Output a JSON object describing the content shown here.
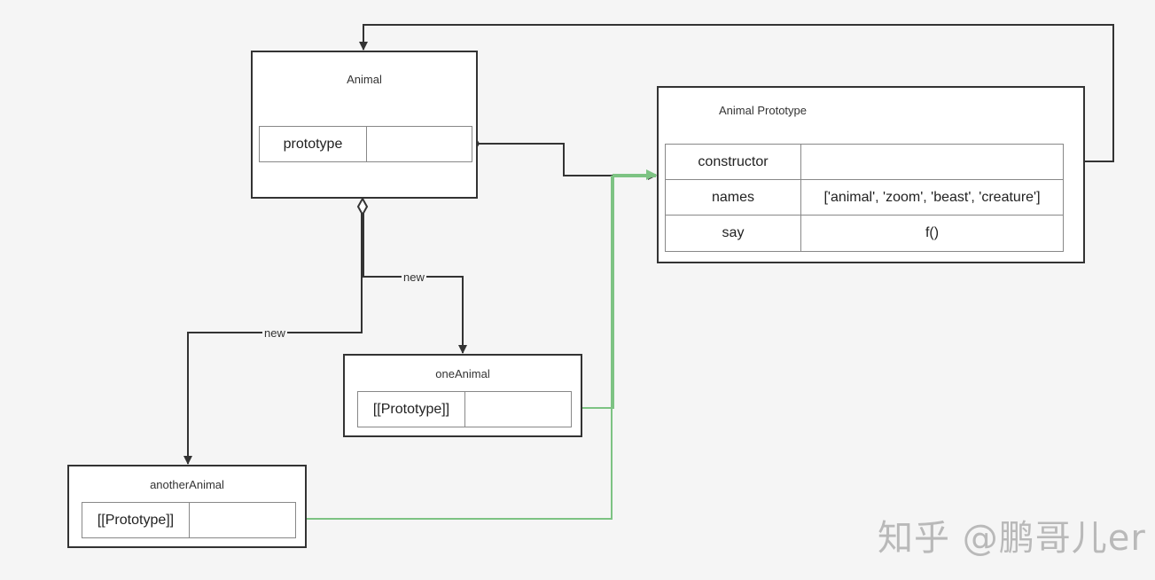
{
  "animal": {
    "title": "Animal",
    "prototype_label": "prototype",
    "prototype_value": ""
  },
  "animal_prototype": {
    "title": "Animal Prototype",
    "rows": [
      {
        "key": "constructor",
        "value": ""
      },
      {
        "key": "names",
        "value": "['animal', 'zoom', 'beast', 'creature']"
      },
      {
        "key": "say",
        "value": "f()"
      }
    ]
  },
  "one_animal": {
    "title": "oneAnimal",
    "slot_label": "[[Prototype]]",
    "slot_value": ""
  },
  "another_animal": {
    "title": "anotherAnimal",
    "slot_label": "[[Prototype]]",
    "slot_value": ""
  },
  "edges": {
    "new_label_one": "new",
    "new_label_another": "new"
  },
  "colors": {
    "line": "#333333",
    "proto_link": "#7dc383",
    "background": "#f5f5f5"
  },
  "watermark": "知乎 @鹏哥儿er"
}
